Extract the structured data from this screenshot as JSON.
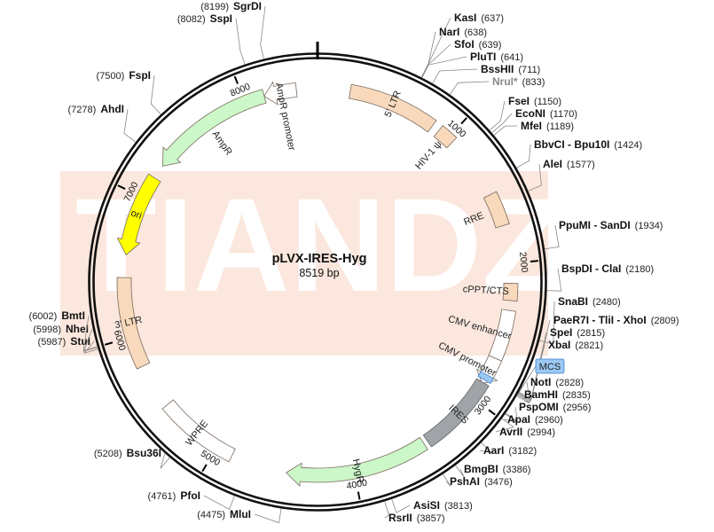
{
  "plasmid": {
    "name": "pLVX-IRES-Hyg",
    "size_label": "8519 bp",
    "length": 8519,
    "watermark": "TIANDZ"
  },
  "colors": {
    "ltr": "#f8d9bc",
    "ampr": "#ccf7c8",
    "ori": "#ffff00",
    "ires": "#a0a4a8",
    "backbone": "#111111",
    "mcs": "#9cc9f4",
    "watermark": "#fbe7dd"
  },
  "ticks": [
    {
      "label": "1000",
      "pos": 1000
    },
    {
      "label": "2000",
      "pos": 2000
    },
    {
      "label": "3000",
      "pos": 3000
    },
    {
      "label": "4000",
      "pos": 4000
    },
    {
      "label": "5000",
      "pos": 5000
    },
    {
      "label": "6000",
      "pos": 6000
    },
    {
      "label": "7000",
      "pos": 7000
    },
    {
      "label": "8000",
      "pos": 8000
    }
  ],
  "features": [
    {
      "id": "ltr5",
      "label": "5' LTR",
      "start": 230,
      "end": 860,
      "shape": "box",
      "color": "ltr"
    },
    {
      "id": "psi",
      "label": "HIV-1 ψ",
      "start": 915,
      "end": 1040,
      "shape": "box",
      "color": "ltr"
    },
    {
      "id": "rre",
      "label": "RRE",
      "start": 1495,
      "end": 1730,
      "shape": "box",
      "color": "ltr"
    },
    {
      "id": "cppt",
      "label": "cPPT/CTS",
      "start": 2140,
      "end": 2260,
      "shape": "box",
      "color": "ltr"
    },
    {
      "id": "cmvenh",
      "label": "CMV enhancer",
      "start": 2330,
      "end": 2680,
      "shape": "box",
      "color": "white"
    },
    {
      "id": "cmvpro",
      "label": "CMV promoter",
      "start": 2680,
      "end": 2880,
      "shape": "arrow",
      "dir": "cw",
      "color": "white"
    },
    {
      "id": "mcsbox",
      "label": "",
      "start": 2810,
      "end": 2850,
      "shape": "box",
      "color": "mcs"
    },
    {
      "id": "ires",
      "label": "IRES",
      "start": 2870,
      "end": 3440,
      "shape": "box",
      "color": "ires"
    },
    {
      "id": "hygr",
      "label": "HygR",
      "start": 3470,
      "end": 4480,
      "shape": "arrow",
      "dir": "cw",
      "color": "ampr"
    },
    {
      "id": "wpre",
      "label": "WPRE",
      "start": 4880,
      "end": 5460,
      "shape": "box",
      "color": "white"
    },
    {
      "id": "ltr3",
      "label": "3' LTR",
      "start": 5780,
      "end": 6420,
      "shape": "box",
      "color": "ltr"
    },
    {
      "id": "ori",
      "label": "ori",
      "start": 6580,
      "end": 7160,
      "shape": "arrow",
      "dir": "ccw",
      "color": "ori"
    },
    {
      "id": "ampr",
      "label": "AmpR",
      "start": 7260,
      "end": 8140,
      "shape": "arrow",
      "dir": "ccw",
      "color": "ampr"
    },
    {
      "id": "amprpro",
      "label": "AmpR promoter",
      "start": 8140,
      "end": 8370,
      "shape": "arrow",
      "dir": "ccw",
      "color": "white"
    }
  ],
  "sites": [
    {
      "name": "KasI",
      "pos_label": "(637)",
      "pos": 637,
      "side": "right"
    },
    {
      "name": "NarI",
      "pos_label": "(638)",
      "pos": 638,
      "side": "right"
    },
    {
      "name": "SfoI",
      "pos_label": "(639)",
      "pos": 639,
      "side": "right"
    },
    {
      "name": "PluTI",
      "pos_label": "(641)",
      "pos": 641,
      "side": "right"
    },
    {
      "name": "BssHII",
      "pos_label": "(711)",
      "pos": 711,
      "side": "right"
    },
    {
      "name": "NruI*",
      "pos_label": "(833)",
      "pos": 833,
      "side": "right",
      "muted": true
    },
    {
      "name": "FseI",
      "pos_label": "(1150)",
      "pos": 1150,
      "side": "right"
    },
    {
      "name": "EcoNI",
      "pos_label": "(1170)",
      "pos": 1170,
      "side": "right"
    },
    {
      "name": "MfeI",
      "pos_label": "(1189)",
      "pos": 1189,
      "side": "right"
    },
    {
      "name": "BbvCI - Bpu10I",
      "pos_label": "(1424)",
      "pos": 1424,
      "side": "right"
    },
    {
      "name": "AleI",
      "pos_label": "(1577)",
      "pos": 1577,
      "side": "right"
    },
    {
      "name": "PpuMI - SanDI",
      "pos_label": "(1934)",
      "pos": 1934,
      "side": "right"
    },
    {
      "name": "BspDI - ClaI",
      "pos_label": "(2180)",
      "pos": 2180,
      "side": "right"
    },
    {
      "name": "SnaBI",
      "pos_label": "(2480)",
      "pos": 2480,
      "side": "right"
    },
    {
      "name": "PaeR7I - TliI - XhoI",
      "pos_label": "(2809)",
      "pos": 2809,
      "side": "right"
    },
    {
      "name": "SpeI",
      "pos_label": "(2815)",
      "pos": 2815,
      "side": "right"
    },
    {
      "name": "XbaI",
      "pos_label": "(2821)",
      "pos": 2821,
      "side": "right"
    },
    {
      "name": "NotI",
      "pos_label": "(2828)",
      "pos": 2828,
      "side": "right"
    },
    {
      "name": "BamHI",
      "pos_label": "(2835)",
      "pos": 2835,
      "side": "right"
    },
    {
      "name": "PspOMI",
      "pos_label": "(2956)",
      "pos": 2956,
      "side": "right"
    },
    {
      "name": "ApaI",
      "pos_label": "(2960)",
      "pos": 2960,
      "side": "right"
    },
    {
      "name": "AvrII",
      "pos_label": "(2994)",
      "pos": 2994,
      "side": "right"
    },
    {
      "name": "AarI",
      "pos_label": "(3182)",
      "pos": 3182,
      "side": "right"
    },
    {
      "name": "BmgBI",
      "pos_label": "(3386)",
      "pos": 3386,
      "side": "right"
    },
    {
      "name": "PshAI",
      "pos_label": "(3476)",
      "pos": 3476,
      "side": "right"
    },
    {
      "name": "AsiSI",
      "pos_label": "(3813)",
      "pos": 3813,
      "side": "right"
    },
    {
      "name": "RsrII",
      "pos_label": "(3857)",
      "pos": 3857,
      "side": "right"
    },
    {
      "name": "MluI",
      "pos_label": "(4475)",
      "pos": 4475,
      "side": "left"
    },
    {
      "name": "PfoI",
      "pos_label": "(4761)",
      "pos": 4761,
      "side": "left"
    },
    {
      "name": "Bsu36I",
      "pos_label": "(5208)",
      "pos": 5208,
      "side": "left"
    },
    {
      "name": "StuI",
      "pos_label": "(5987)",
      "pos": 5987,
      "side": "left"
    },
    {
      "name": "NheI",
      "pos_label": "(5998)",
      "pos": 5998,
      "side": "left"
    },
    {
      "name": "BmtI",
      "pos_label": "(6002)",
      "pos": 6002,
      "side": "left"
    },
    {
      "name": "AhdI",
      "pos_label": "(7278)",
      "pos": 7278,
      "side": "left"
    },
    {
      "name": "FspI",
      "pos_label": "(7500)",
      "pos": 7500,
      "side": "left"
    },
    {
      "name": "SspI",
      "pos_label": "(8082)",
      "pos": 8082,
      "side": "left"
    },
    {
      "name": "SgrDI",
      "pos_label": "(8199)",
      "pos": 8199,
      "side": "left"
    }
  ],
  "mcs_label": "MCS"
}
